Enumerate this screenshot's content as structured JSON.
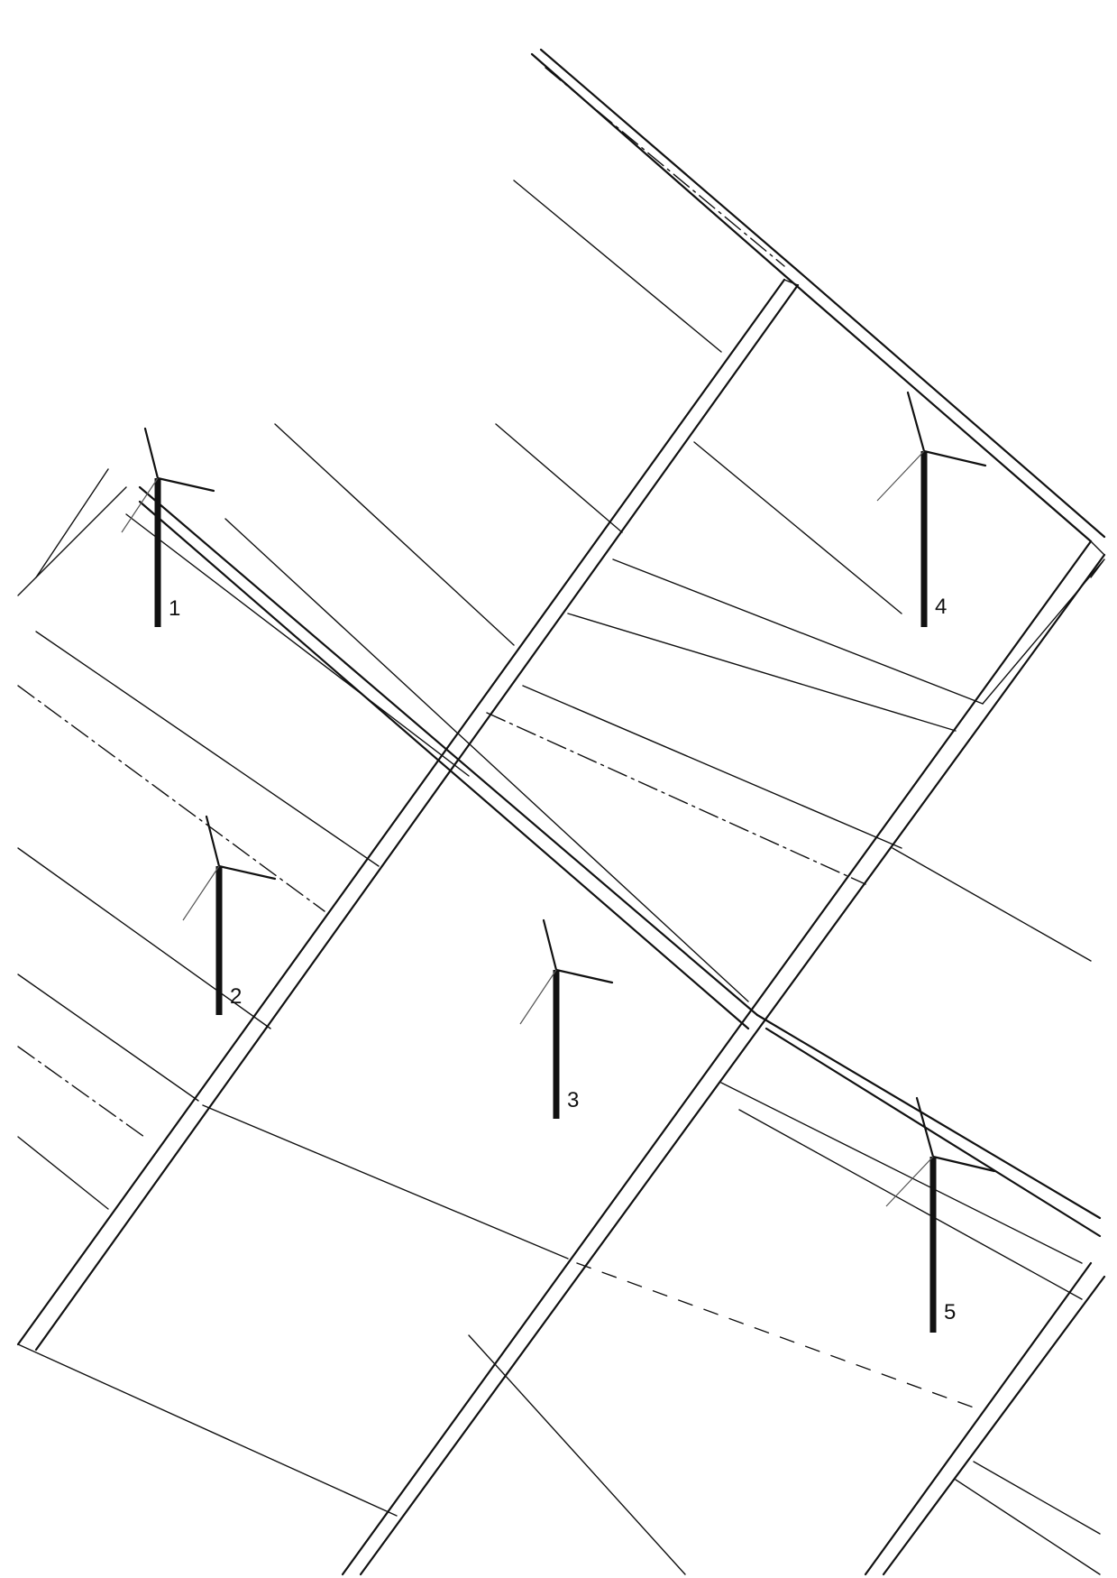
{
  "turbines": [
    {
      "label": "1"
    },
    {
      "label": "2"
    },
    {
      "label": "3"
    },
    {
      "label": "4"
    },
    {
      "label": "5"
    }
  ],
  "colors": {
    "ink": "#111111",
    "background": "#ffffff"
  }
}
